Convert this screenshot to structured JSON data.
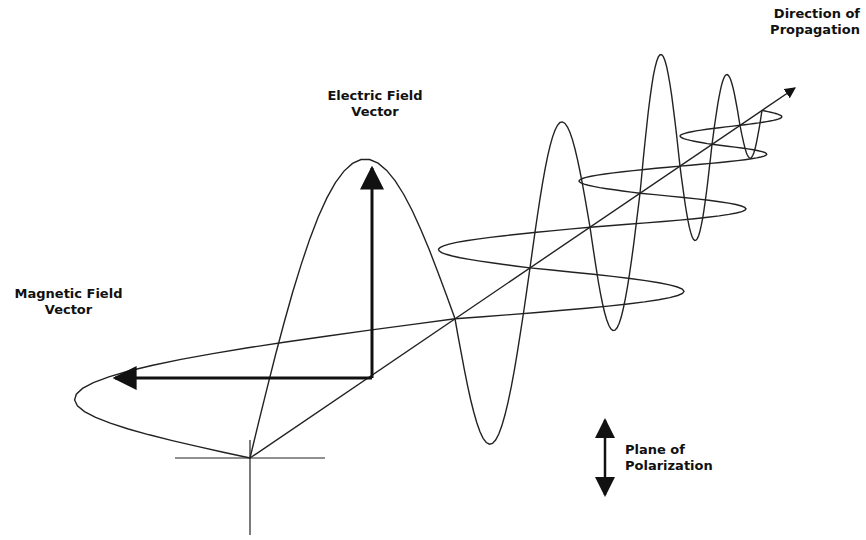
{
  "diagram": {
    "labels": [
      "Electric Field Vector",
      "Magnetic Field Vector",
      "Direction of Propagation",
      "Plane of Polarization"
    ]
  }
}
